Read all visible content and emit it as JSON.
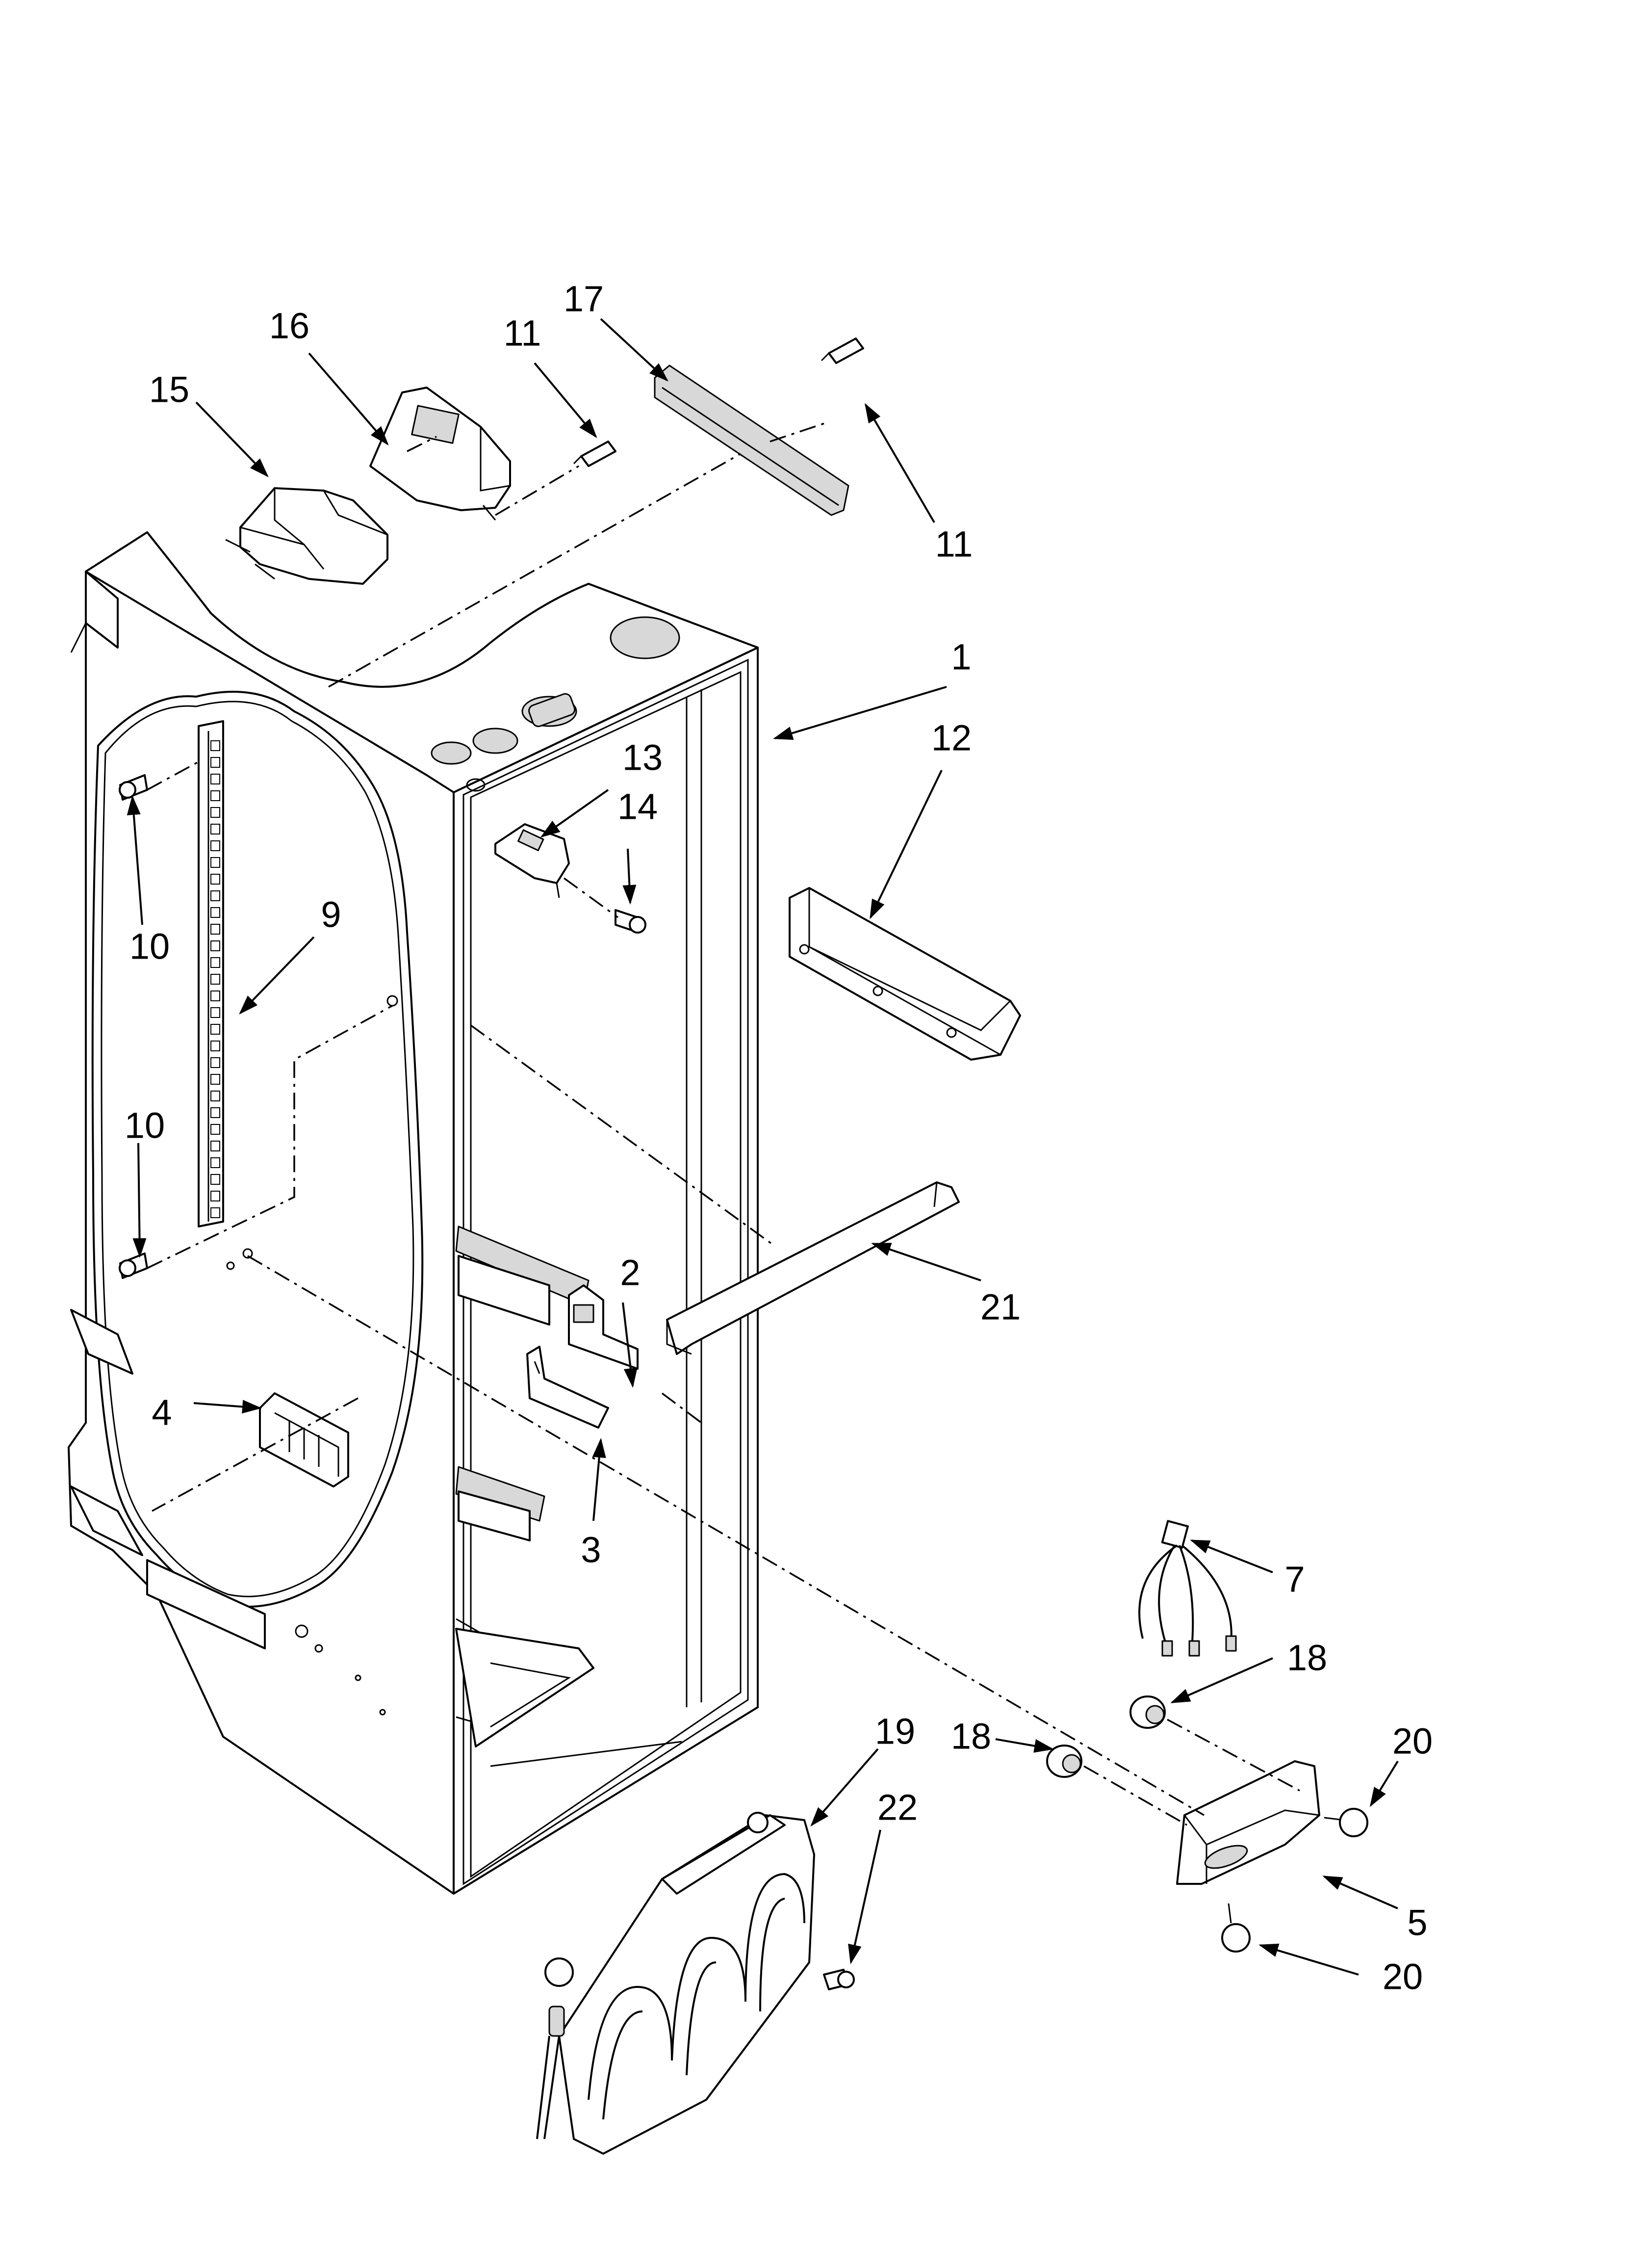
{
  "diagram": {
    "callouts": [
      {
        "id": "c1",
        "text": "1"
      },
      {
        "id": "c2",
        "text": "2"
      },
      {
        "id": "c3",
        "text": "3"
      },
      {
        "id": "c4",
        "text": "4"
      },
      {
        "id": "c5",
        "text": "5"
      },
      {
        "id": "c7",
        "text": "7"
      },
      {
        "id": "c9",
        "text": "9"
      },
      {
        "id": "c10a",
        "text": "10"
      },
      {
        "id": "c10b",
        "text": "10"
      },
      {
        "id": "c11a",
        "text": "11"
      },
      {
        "id": "c11b",
        "text": "11"
      },
      {
        "id": "c12",
        "text": "12"
      },
      {
        "id": "c13",
        "text": "13"
      },
      {
        "id": "c14",
        "text": "14"
      },
      {
        "id": "c15",
        "text": "15"
      },
      {
        "id": "c16",
        "text": "16"
      },
      {
        "id": "c17",
        "text": "17"
      },
      {
        "id": "c18a",
        "text": "18"
      },
      {
        "id": "c18b",
        "text": "18"
      },
      {
        "id": "c19",
        "text": "19"
      },
      {
        "id": "c20a",
        "text": "20"
      },
      {
        "id": "c20b",
        "text": "20"
      },
      {
        "id": "c21",
        "text": "21"
      },
      {
        "id": "c22",
        "text": "22"
      }
    ]
  }
}
